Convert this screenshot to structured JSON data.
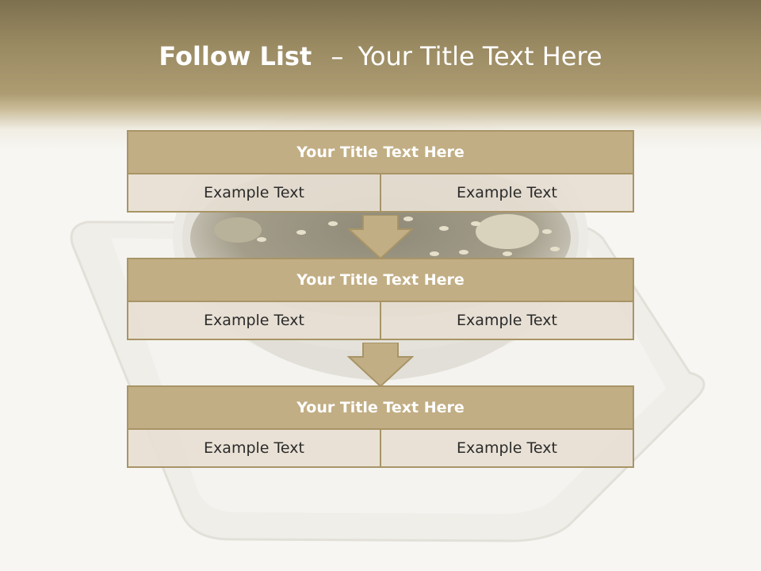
{
  "slide": {
    "title_bold": "Follow List",
    "title_separator": "–",
    "title_rest": "Your Title Text Here"
  },
  "steps": [
    {
      "title": "Your Title Text Here",
      "cells": [
        "Example Text",
        "Example Text"
      ]
    },
    {
      "title": "Your Title Text Here",
      "cells": [
        "Example Text",
        "Example Text"
      ]
    },
    {
      "title": "Your Title Text Here",
      "cells": [
        "Example Text",
        "Example Text"
      ]
    }
  ],
  "colors": {
    "header_band": "#9a8a62",
    "block_title_fill": "#c2ae84",
    "block_border": "#a89466",
    "cell_fill": "#e7dfd3",
    "arrow_fill": "#c2ae84"
  }
}
